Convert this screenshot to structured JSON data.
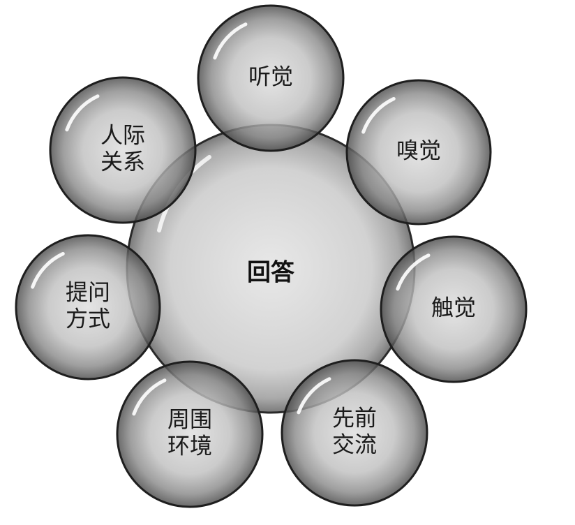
{
  "diagram": {
    "center": {
      "label": "回答"
    },
    "nodes": [
      {
        "id": "hearing",
        "lines": [
          "听觉"
        ]
      },
      {
        "id": "smell",
        "lines": [
          "嗅觉"
        ]
      },
      {
        "id": "touch",
        "lines": [
          "触觉"
        ]
      },
      {
        "id": "prior-communication",
        "lines": [
          "先前",
          "交流"
        ]
      },
      {
        "id": "surroundings",
        "lines": [
          "周围",
          "环境"
        ]
      },
      {
        "id": "questioning-style",
        "lines": [
          "提问",
          "方式"
        ]
      },
      {
        "id": "relationships",
        "lines": [
          "人际",
          "关系"
        ]
      }
    ],
    "colors": {
      "bubble_dark": "#3a3a3a",
      "bubble_mid": "#9a9a9a",
      "bubble_light": "#e6e6e6",
      "outline": "#1e1e1e",
      "text": "#111111"
    }
  }
}
